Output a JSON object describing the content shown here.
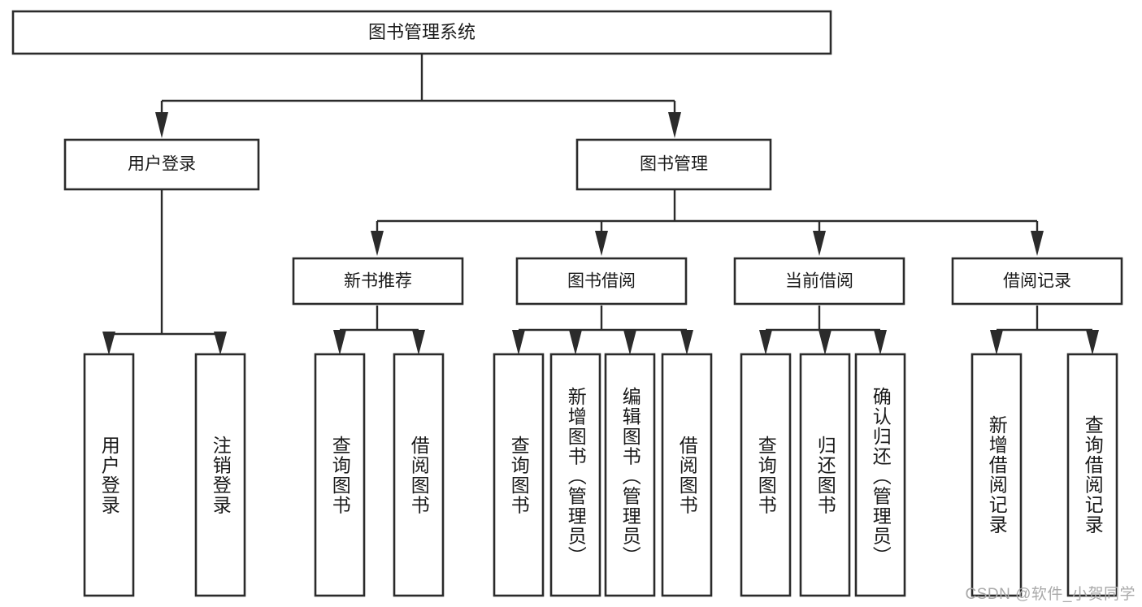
{
  "diagram": {
    "type": "hierarchy-tree",
    "title": "图书管理系统",
    "watermark": "CSDN @软件_小贺同学",
    "root": {
      "label": "图书管理系统"
    },
    "level2": [
      {
        "label": "用户登录"
      },
      {
        "label": "图书管理"
      }
    ],
    "level3": [
      {
        "label": "新书推荐"
      },
      {
        "label": "图书借阅"
      },
      {
        "label": "当前借阅"
      },
      {
        "label": "借阅记录"
      }
    ],
    "leaves": {
      "user_login": [
        {
          "label": "用户登录"
        },
        {
          "label": "注销登录"
        }
      ],
      "new_book": [
        {
          "label": "查询图书"
        },
        {
          "label": "借阅图书"
        }
      ],
      "book_borrow": [
        {
          "label": "查询图书"
        },
        {
          "label": "新增图书（管理员）"
        },
        {
          "label": "编辑图书（管理员）"
        },
        {
          "label": "借阅图书"
        }
      ],
      "current_borrow": [
        {
          "label": "查询图书"
        },
        {
          "label": "归还图书"
        },
        {
          "label": "确认归还（管理员）"
        }
      ],
      "borrow_record": [
        {
          "label": "新增借阅记录"
        },
        {
          "label": "查询借阅记录"
        }
      ]
    },
    "colors": {
      "stroke": "#2b2b2b",
      "fill": "#ffffff",
      "text": "#1a1a1a",
      "watermark": "#a9a9a9"
    }
  }
}
